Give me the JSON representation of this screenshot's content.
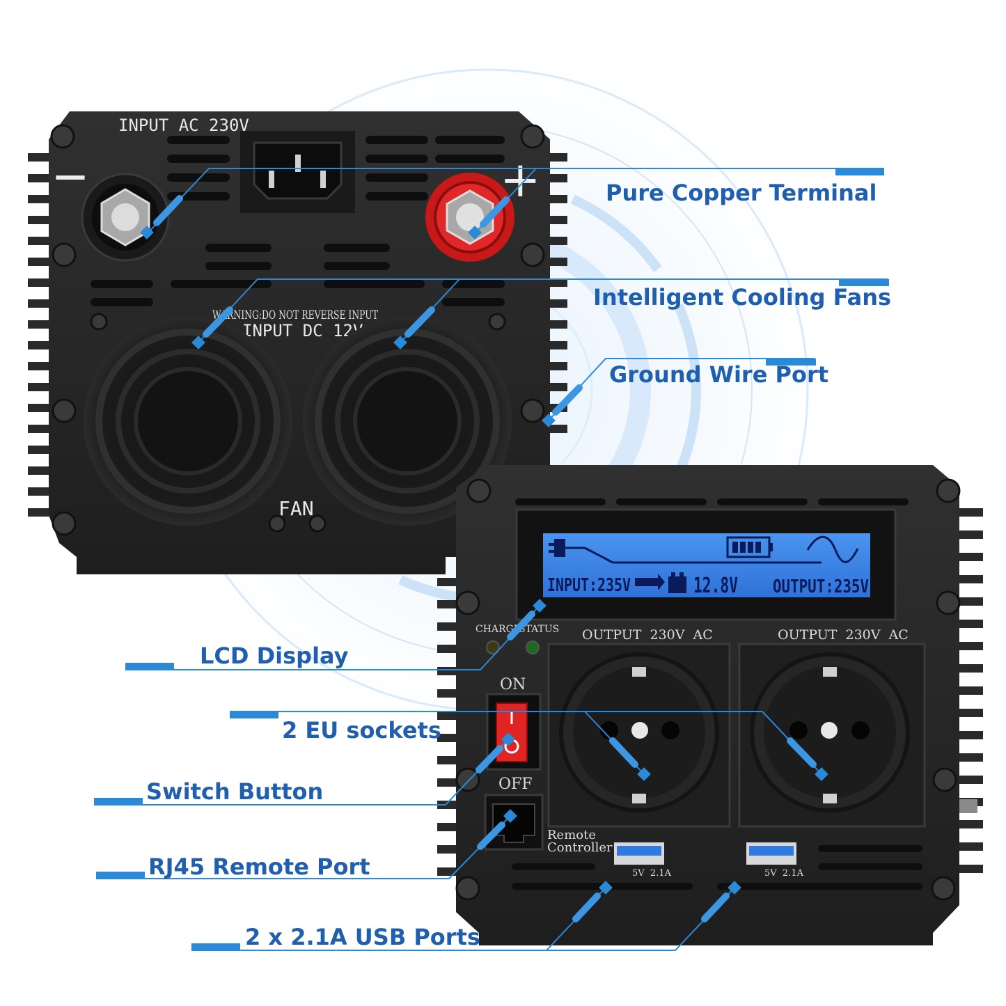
{
  "back_panel": {
    "input_ac_label": "INPUT AC 230V",
    "warning_label": "WARNING:DO NOT REVERSE INPUT",
    "input_dc_label": "INPUT DC 12V",
    "fan_label": "FAN",
    "minus_symbol": "—",
    "plus_symbol": "+"
  },
  "front_panel": {
    "lcd": {
      "input_reading": "INPUT:235V",
      "battery_reading": "12.8V",
      "output_reading": "OUTPUT:235V"
    },
    "charge_label": "CHARGE",
    "status_label": "STATUS",
    "socket_label_left": "OUTPUT  230V  AC",
    "socket_label_right": "OUTPUT  230V  AC",
    "switch_on_label": "ON",
    "switch_off_label": "OFF",
    "remote_label_line1": "Remote",
    "remote_label_line2": "Controller",
    "usb_rating_left": "5V  2.1A",
    "usb_rating_right": "5V  2.1A"
  },
  "callouts": {
    "copper_terminal": "Pure Copper Terminal",
    "cooling_fans": "Intelligent Cooling Fans",
    "ground_port": "Ground Wire Port",
    "lcd_display": "LCD Display",
    "eu_sockets": "2 EU sockets",
    "switch_button": "Switch Button",
    "rj45_port": "RJ45 Remote Port",
    "usb_ports": "2 x 2.1A USB Ports"
  },
  "colors": {
    "callout_line": "#2a8ad8",
    "callout_text": "#1f5fae",
    "device_body": "#262626",
    "lcd_blue": "#3a86e8",
    "switch_red": "#e02424",
    "terminal_red": "#d42020"
  }
}
